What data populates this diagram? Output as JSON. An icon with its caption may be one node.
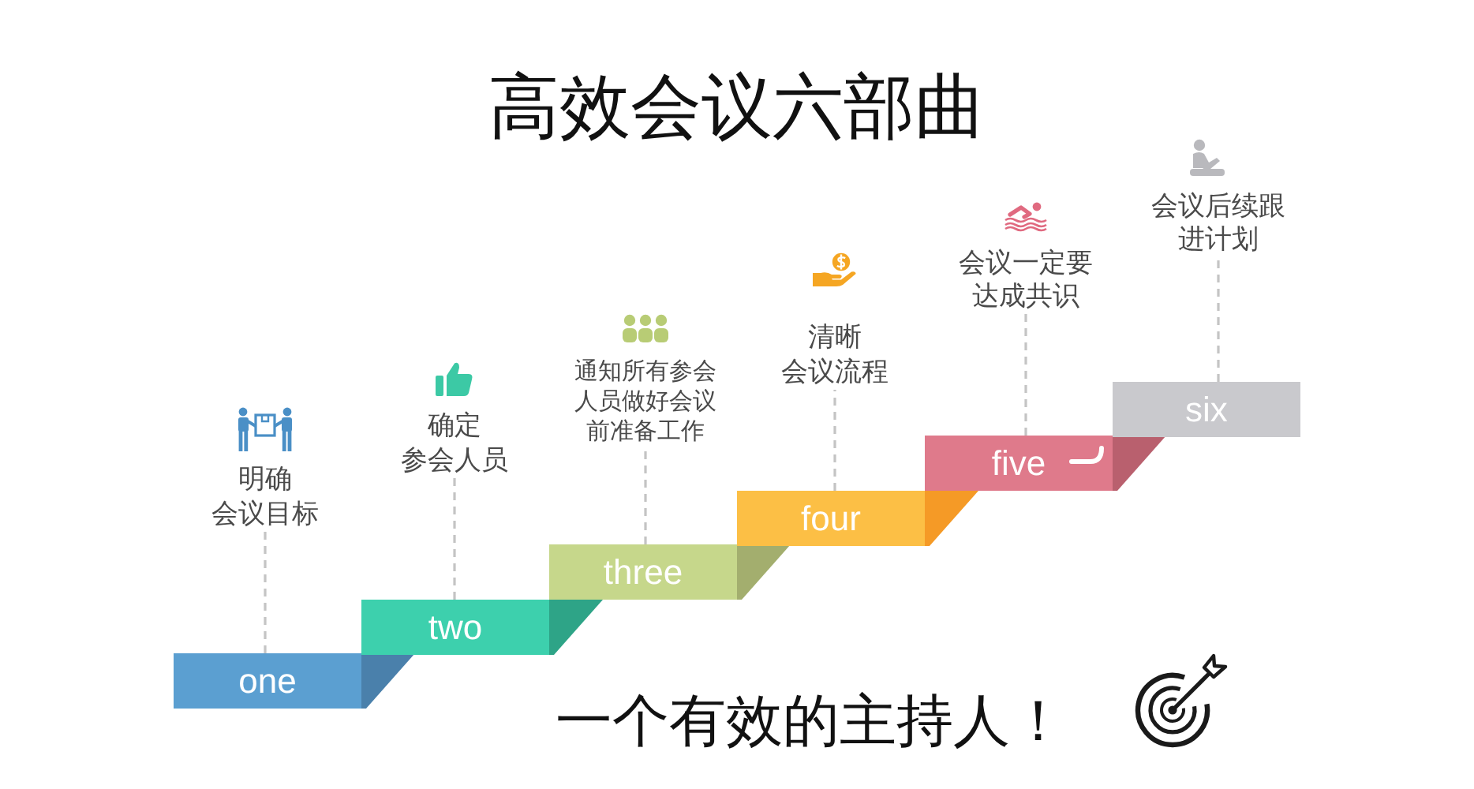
{
  "diagram": {
    "title": "高效会议六部曲",
    "nodes": [
      {
        "text": [
          "明确会议目标"
        ]
      },
      {
        "text": [
          "one"
        ]
      },
      {
        "text": [
          "确定参会人员"
        ]
      },
      {
        "text": [
          "two"
        ]
      },
      {
        "text": [
          "通知所有参会人员做好会议前准备工作"
        ]
      },
      {
        "text": [
          "three"
        ]
      },
      {
        "text": [
          "清晰会议流程"
        ]
      },
      {
        "text": [
          "four"
        ]
      },
      {
        "text": [
          "会议一定要达成共识"
        ]
      },
      {
        "text": [
          "five"
        ]
      },
      {
        "text": [
          "会议后续跟进计划"
        ]
      },
      {
        "text": [
          "six"
        ]
      }
    ],
    "edges": [
      {
        "from": 1,
        "to": 0,
        "arrow": "none",
        "style": "dashed"
      },
      {
        "from": 3,
        "to": 2,
        "arrow": "none",
        "style": "dashed"
      },
      {
        "from": 5,
        "to": 4,
        "arrow": "none",
        "style": "dashed"
      },
      {
        "from": 7,
        "to": 6,
        "arrow": "none",
        "style": "dashed"
      },
      {
        "from": 9,
        "to": 8,
        "arrow": "none",
        "style": "dashed"
      },
      {
        "from": 11,
        "to": 10,
        "arrow": "none",
        "style": "dashed"
      }
    ],
    "labels": [
      "一个有效的主持人！"
    ]
  }
}
